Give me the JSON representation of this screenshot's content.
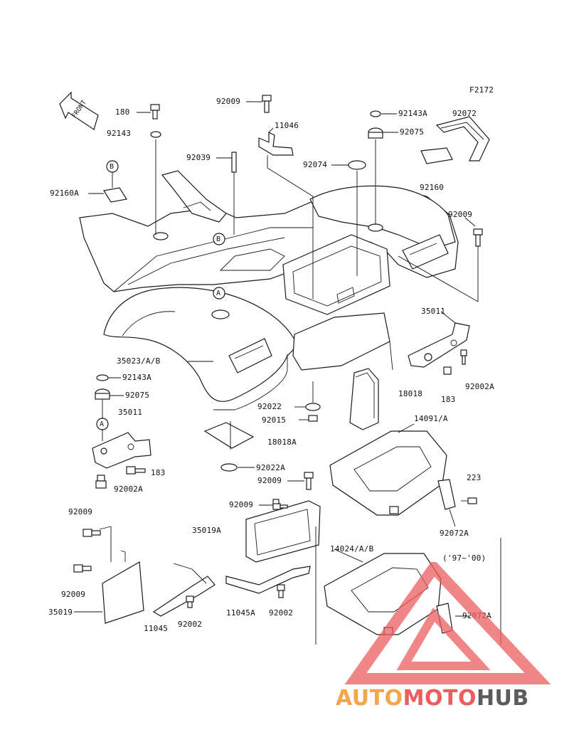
{
  "figure_code": "F2172",
  "front_label": "FRONT",
  "period_note": "('97~'00)",
  "markers": [
    "A",
    "B"
  ],
  "parts": [
    "180",
    "92143",
    "92160A",
    "92009",
    "11046",
    "92039",
    "92143A",
    "92075",
    "92072",
    "92074",
    "92160",
    "35011",
    "92002A",
    "183",
    "18018",
    "35023/A/B",
    "92022",
    "92015",
    "18018A",
    "92022A",
    "14091/A",
    "223",
    "92072A",
    "35019A",
    "11045A",
    "92002",
    "11045",
    "35019",
    "14024/A/B"
  ],
  "watermark": {
    "part1": "AUTO",
    "part2": "MOTO",
    "part3": "HUB",
    "colors": {
      "orange": "#f4a64a",
      "red": "#ec5e5e",
      "gray": "#5c5c5c"
    }
  }
}
